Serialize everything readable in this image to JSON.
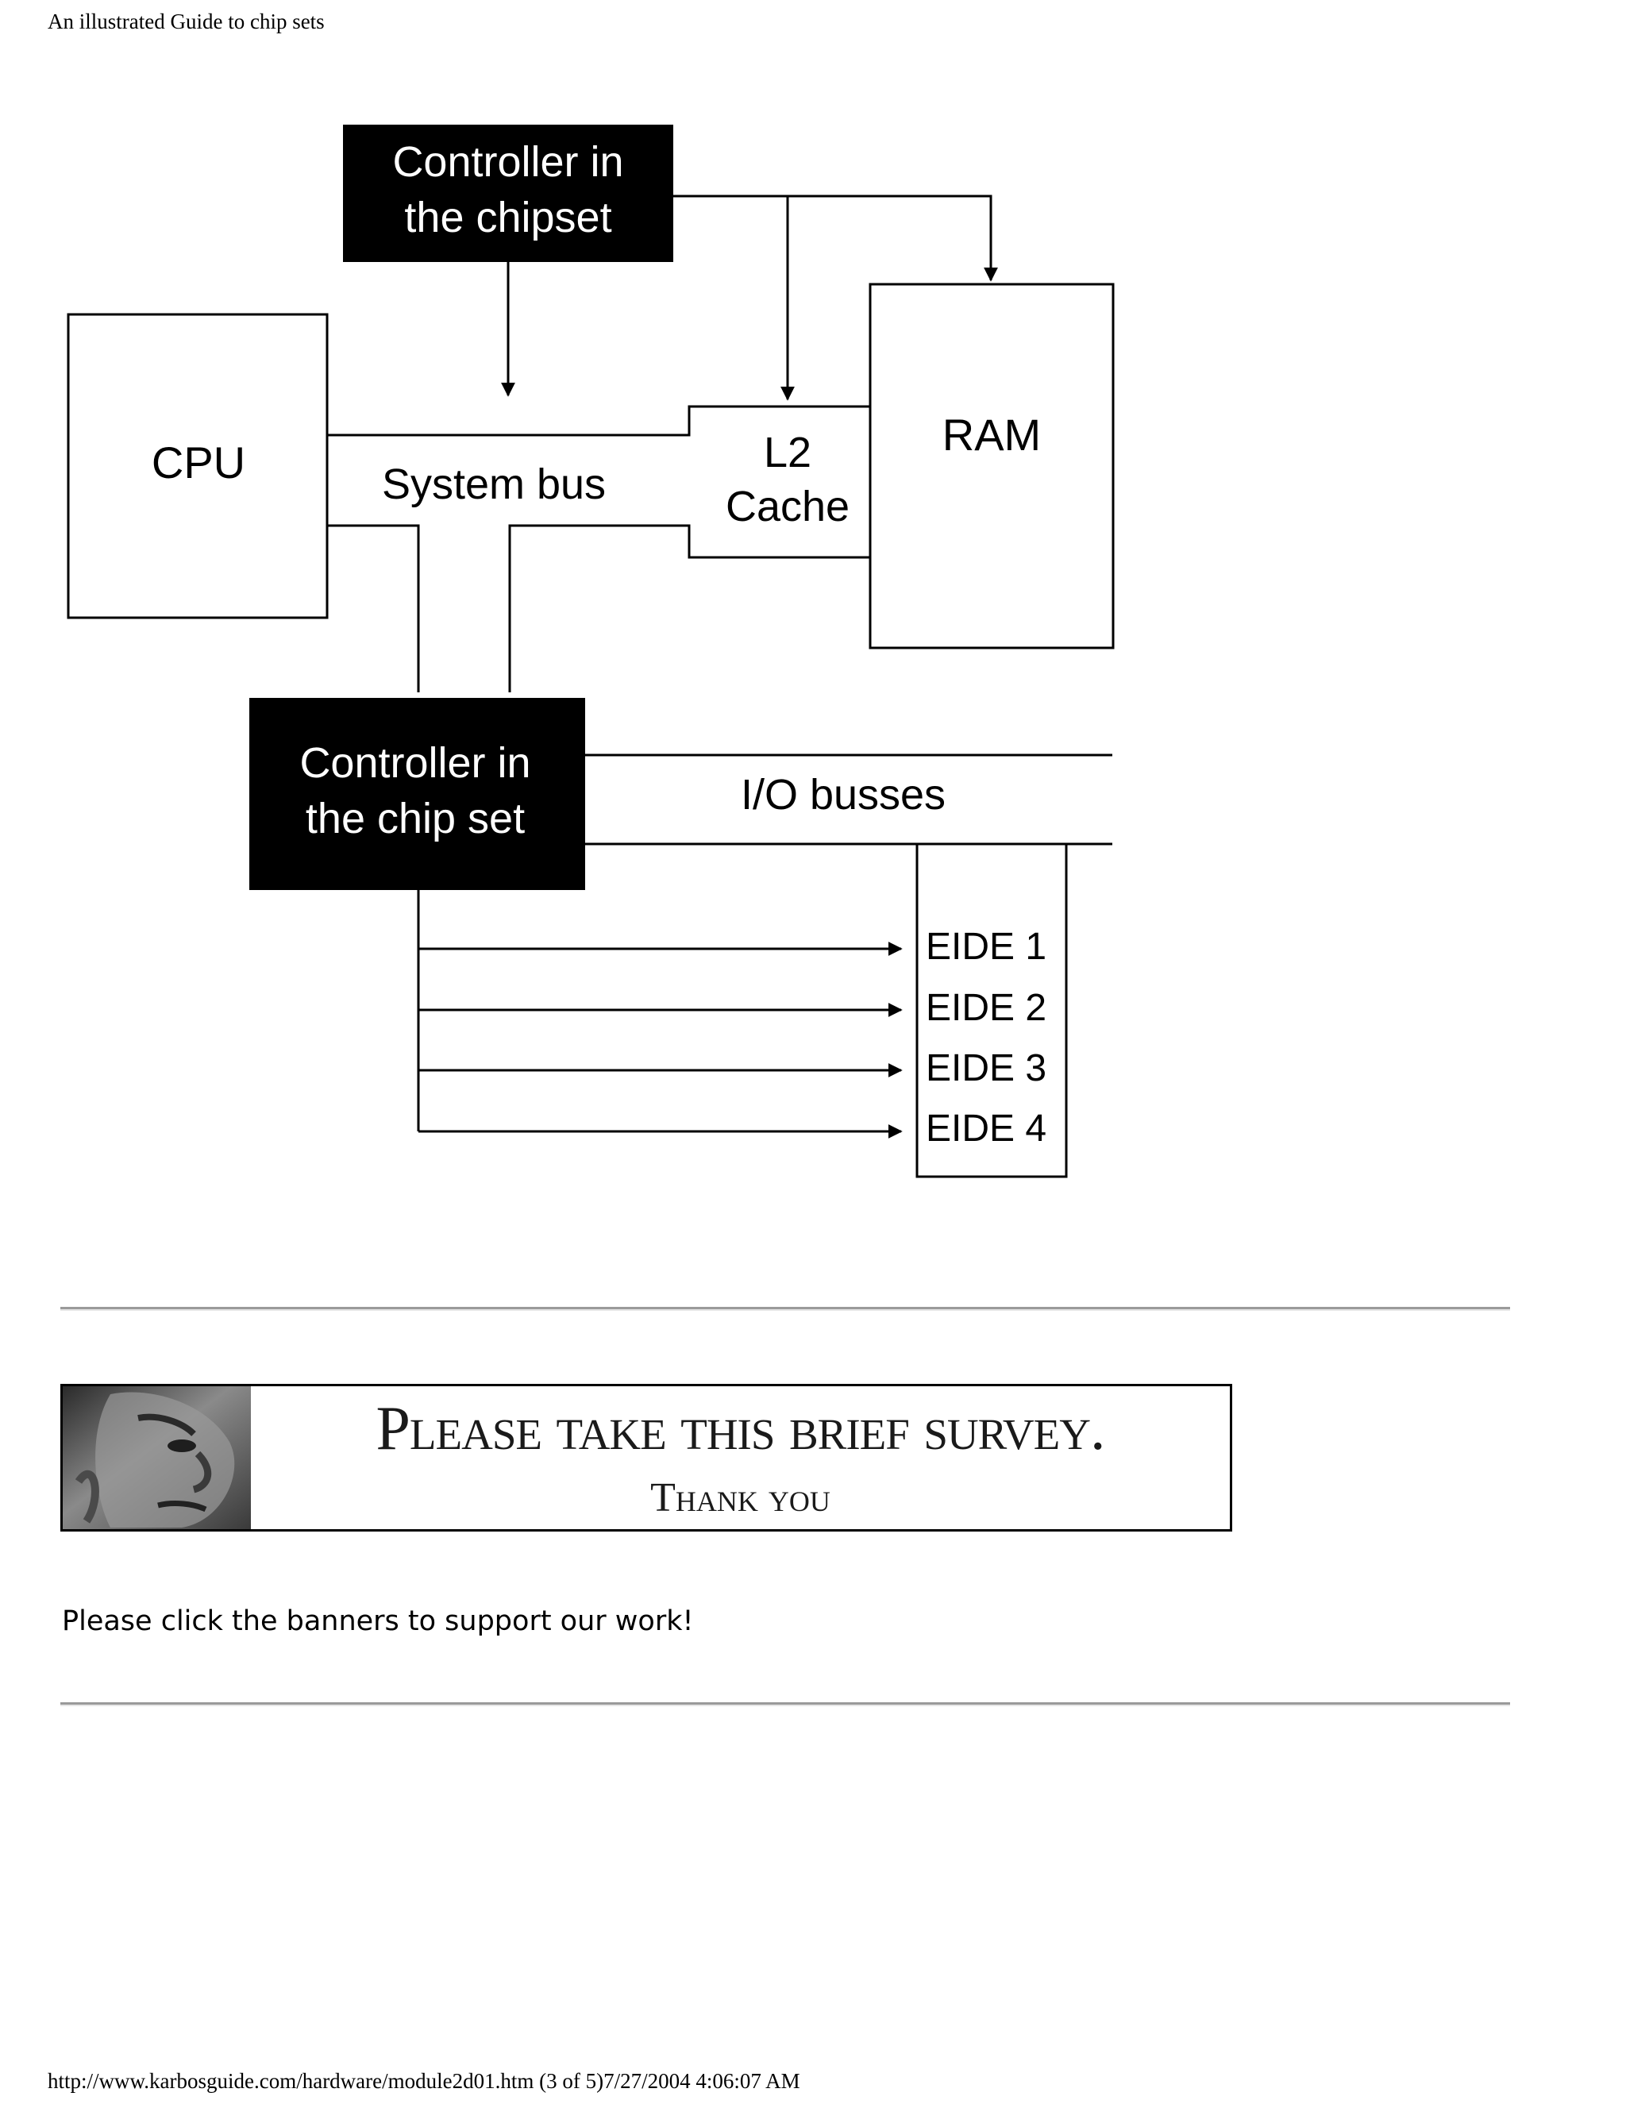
{
  "header": {
    "title": "An illustrated Guide to chip sets"
  },
  "diagram": {
    "top_controller": [
      "Controller in",
      "the chipset"
    ],
    "cpu": "CPU",
    "system_bus": "System bus",
    "l2_cache": [
      "L2",
      "Cache"
    ],
    "ram": "RAM",
    "bottom_controller": [
      "Controller in",
      "the chip set"
    ],
    "io_busses": "I/O busses",
    "eide_ports": [
      "EIDE 1",
      "EIDE 2",
      "EIDE 3",
      "EIDE 4"
    ]
  },
  "banner": {
    "main_text": "Please take this brief survey.",
    "sub_text": "Thank you"
  },
  "support_text": "Please click the banners to support our work!",
  "footer": {
    "url_line": "http://www.karbosguide.com/hardware/module2d01.htm (3 of 5)7/27/2004 4:06:07 AM"
  }
}
